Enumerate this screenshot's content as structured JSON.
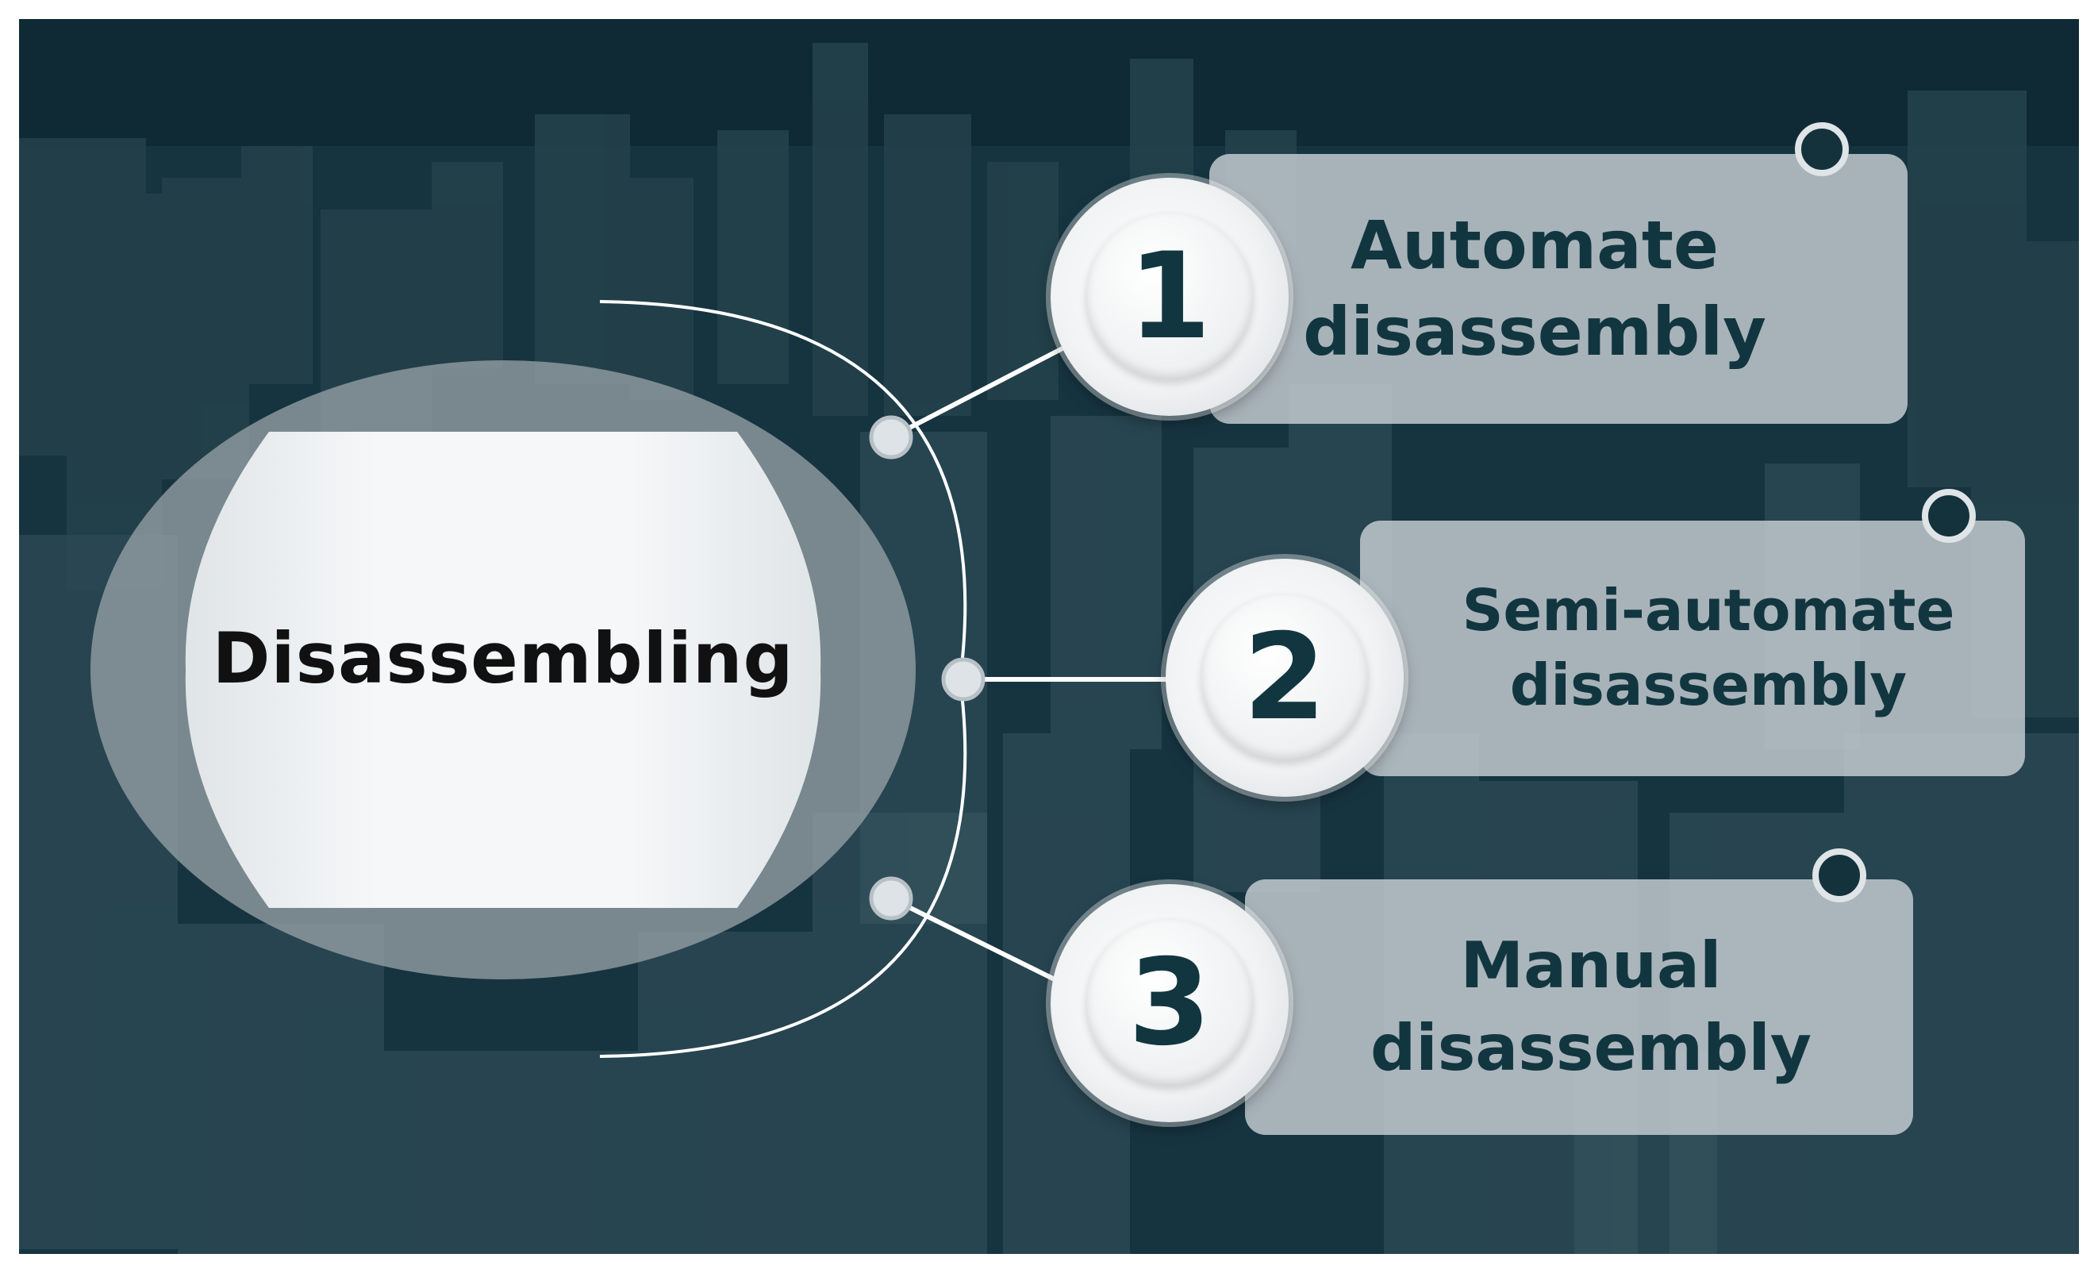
{
  "hub": {
    "label": "Disassembling"
  },
  "steps": [
    {
      "number": "1",
      "line1": "Automate",
      "line2": "disassembly"
    },
    {
      "number": "2",
      "line1": "Semi-automate",
      "line2": "disassembly"
    },
    {
      "number": "3",
      "line1": "Manual",
      "line2": "disassembly"
    }
  ],
  "colors": {
    "background": "#17323d",
    "text_dark": "#123640",
    "card": "#c8d0d4",
    "hub_outer": "#969fa5",
    "hub_inner": "#f5f7f8",
    "line": "#ffffff"
  },
  "icons": {
    "pins": [
      "pin-icon",
      "pin-icon",
      "pin-icon"
    ],
    "background": "city-skyline-photo"
  }
}
